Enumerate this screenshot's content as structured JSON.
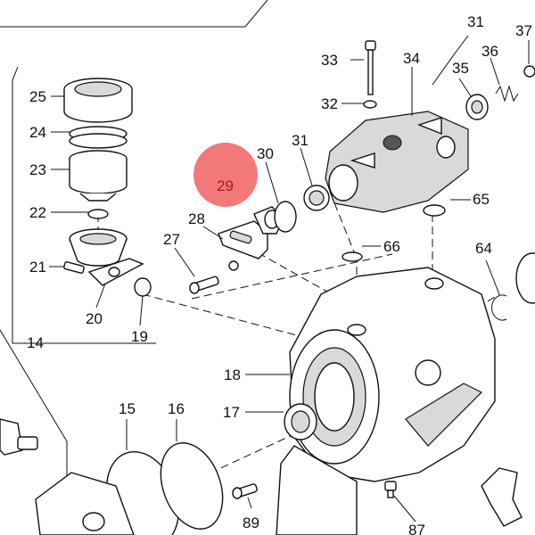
{
  "diagram": {
    "highlight": {
      "label": "29",
      "color": "#f26a6a"
    },
    "callouts": [
      "31",
      "37",
      "33",
      "34",
      "35",
      "36",
      "32",
      "31",
      "30",
      "65",
      "25",
      "24",
      "23",
      "22",
      "28",
      "27",
      "66",
      "64",
      "21",
      "20",
      "19",
      "14",
      "18",
      "17",
      "15",
      "16",
      "89",
      "87"
    ]
  }
}
